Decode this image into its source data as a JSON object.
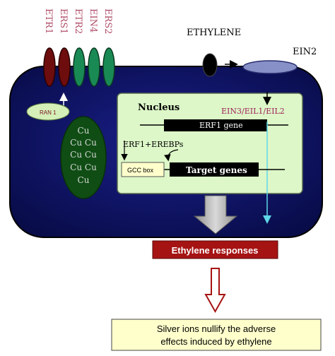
{
  "receptors": {
    "labels": [
      "ETR1",
      "ERS1",
      "ETR2",
      "EIN4",
      "ERS2"
    ]
  },
  "ethylene": "ETHYLENE",
  "ein2": "EIN2",
  "ran1": "RAN 1",
  "cu_rows": [
    "Cu",
    "Cu Cu",
    "Cu Cu",
    "Cu Cu",
    "Cu"
  ],
  "nucleus": {
    "title": "Nucleus",
    "ein3": "EIN3/EIL1/EIL2",
    "erf1_gene": "ERF1 gene",
    "erf1_erebps": "ERF1+EREBPs",
    "gcc_box": "GCC box",
    "target_genes": "Target genes"
  },
  "responses": "Ethylene responses",
  "silver_note": {
    "line1": "Silver ions nullify the adverse",
    "line2": "effects induced by ethylene"
  },
  "colors": {
    "cell": "#0c1060",
    "nucleus": "#ddf7c8",
    "cu_ellipse": "#0f4d14",
    "response_box": "#a51313",
    "note_box": "#ffffcc",
    "receptor_red": "#6e0d0d",
    "receptor_green": "#1a8a55",
    "arrow_cyan": "#5fd7e8"
  }
}
